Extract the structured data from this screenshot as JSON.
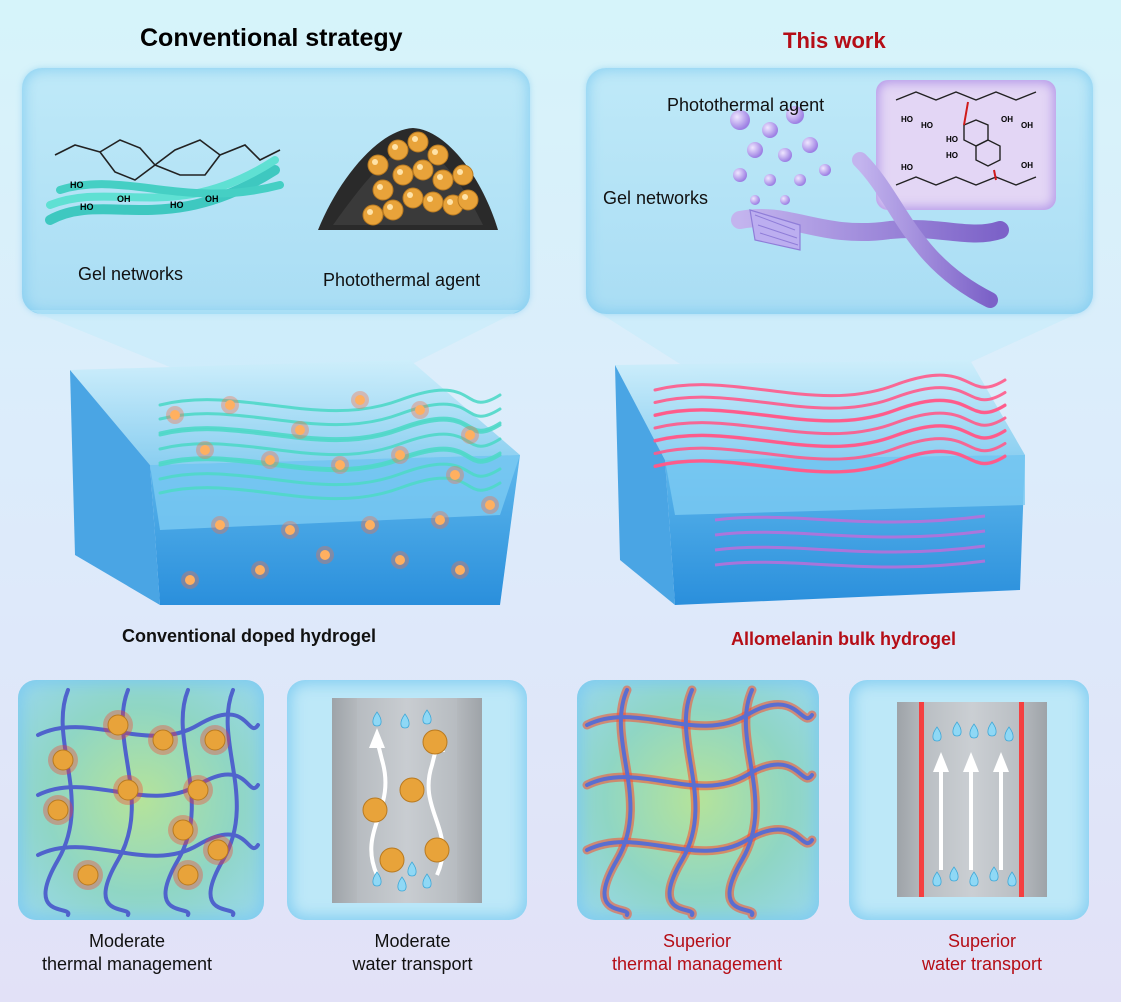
{
  "left": {
    "title": "Conventional strategy",
    "panel_labels": {
      "gel": "Gel networks",
      "agent": "Photothermal agent"
    },
    "chem_labels": [
      "HO",
      "HO",
      "OH",
      "HO",
      "OH"
    ],
    "hydrogel_label": "Conventional doped hydrogel",
    "thermal_caption": [
      "Moderate",
      "thermal management"
    ],
    "water_caption": [
      "Moderate",
      "water transport"
    ]
  },
  "right": {
    "title": "This work",
    "panel_labels": {
      "agent": "Photothermal agent",
      "gel": "Gel networks"
    },
    "chem_labels": [
      "HO",
      "HO",
      "OH",
      "OH",
      "HO",
      "HO",
      "HO",
      "OH"
    ],
    "hydrogel_label": "Allomelanin bulk hydrogel",
    "thermal_caption": [
      "Superior",
      "thermal management"
    ],
    "water_caption": [
      "Superior",
      "water transport"
    ]
  },
  "colors": {
    "title_red": "#b50d16",
    "fiber_cyan": "#4fd8c8",
    "fiber_pink": "#ff5a8a",
    "particle_gold": "#e8a33a",
    "network_blue": "#5a6ed0",
    "water_drop": "#8fd8f5"
  }
}
